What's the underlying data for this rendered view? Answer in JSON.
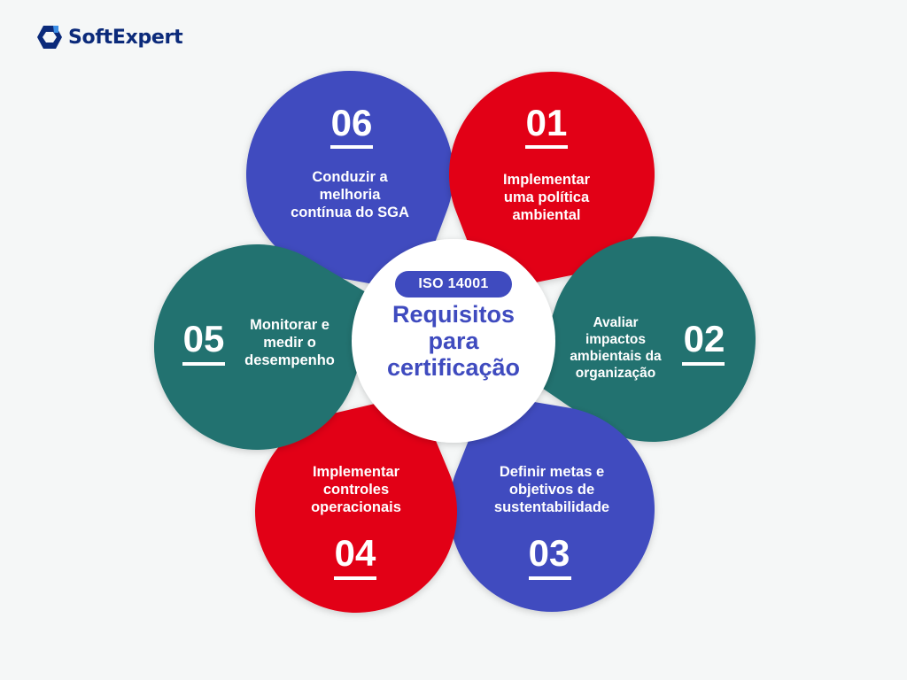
{
  "brand": {
    "name": "SoftExpert",
    "color": "#0b2a7a",
    "icon": "softexpert-hexagon-logo-icon"
  },
  "colors": {
    "blue": "#3f4bbf",
    "red": "#e20613",
    "teal": "#22726f",
    "center": "#ffffff",
    "background": "#f5f7f7"
  },
  "center": {
    "badge": "ISO 14001",
    "title": "Requisitos\npara\ncertificação"
  },
  "steps": [
    {
      "number": "01",
      "label": "Implementar\numa política\nambiental",
      "color": "red"
    },
    {
      "number": "02",
      "label": "Avaliar\nimpactos\nambientais da\norganização",
      "color": "teal"
    },
    {
      "number": "03",
      "label": "Definir metas e\nobjetivos de\nsustentabilidade",
      "color": "blue"
    },
    {
      "number": "04",
      "label": "Implementar\ncontroles\noperacionais",
      "color": "red"
    },
    {
      "number": "05",
      "label": "Monitorar e\nmedir o\ndesempenho",
      "color": "teal"
    },
    {
      "number": "06",
      "label": "Conduzir a\nmelhoria\ncontínua do SGA",
      "color": "blue"
    }
  ]
}
